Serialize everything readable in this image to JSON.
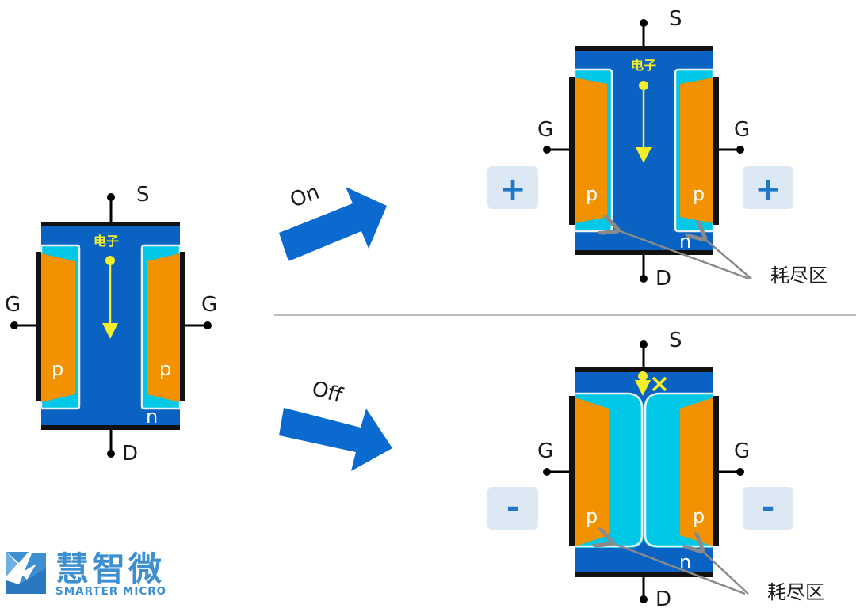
{
  "labels": {
    "source": "S",
    "drain": "D",
    "gate": "G",
    "p_region": "p",
    "n_region": "n",
    "electron": "电子",
    "depletion": "耗尽区",
    "on": "On",
    "off": "Off",
    "plus": "+",
    "minus": "-"
  },
  "logo": {
    "name_cn": "慧智微",
    "name_en": "SMARTER MICRO"
  },
  "colors": {
    "channel_blue": "#0a62c2",
    "depletion_cyan": "#00c8e6",
    "gate_orange": "#f39200",
    "electron_yellow": "#f5ee2b",
    "arrow_blue": "#0a6ad0",
    "sign_box": "#dde8f5",
    "logo_blue": "#3d8fd1"
  }
}
